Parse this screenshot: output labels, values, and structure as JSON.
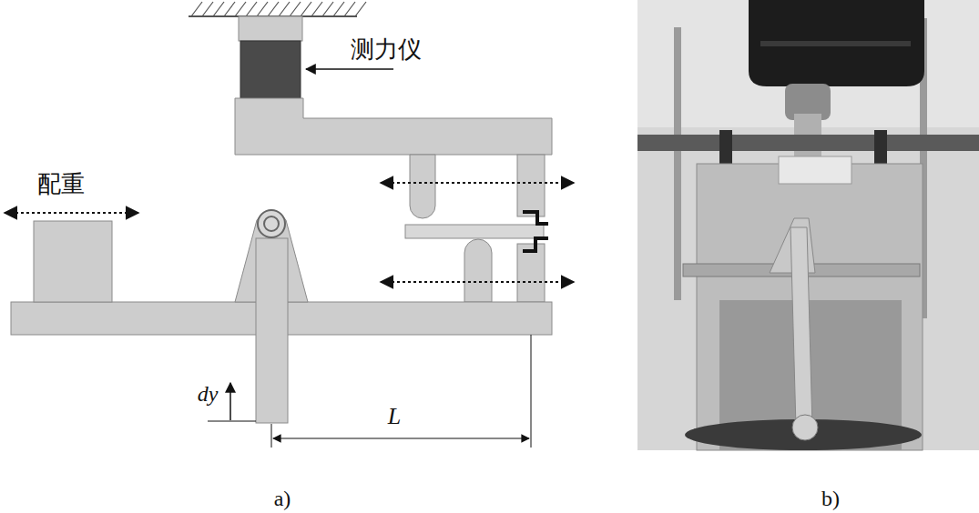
{
  "diagram": {
    "labels": [
      "测力仪",
      "配重",
      "dy",
      "L",
      "a)",
      "b)"
    ]
  }
}
